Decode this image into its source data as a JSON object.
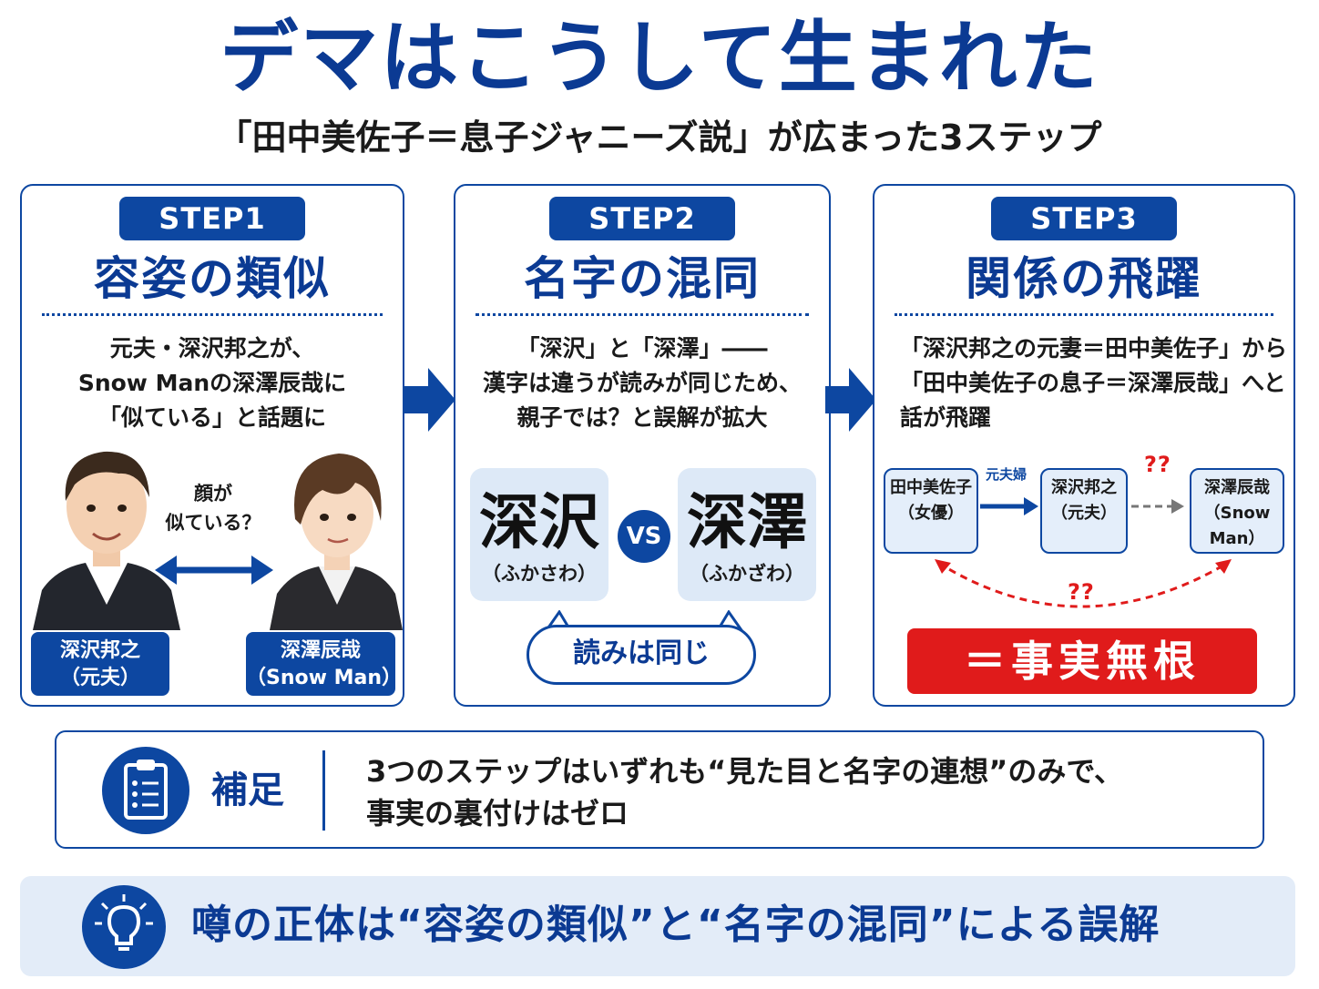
{
  "title": "デマはこうして生まれた",
  "subtitle": "「田中美佐子＝息子ジャニーズ説」が広まった3ステップ",
  "steps": [
    {
      "badge": "STEP1",
      "title": "容姿の類似",
      "desc": [
        "元夫・深沢邦之が、",
        "Snow Manの深澤辰哉に",
        "「似ている」と話題に"
      ],
      "face_note": [
        "顔が",
        "似ている？"
      ],
      "left_name": [
        "深沢邦之",
        "（元夫）"
      ],
      "right_name": [
        "深澤辰哉",
        "（Snow Man）"
      ]
    },
    {
      "badge": "STEP2",
      "title": "名字の混同",
      "desc": [
        "「深沢」と「深澤」――",
        "漢字は違うが読みが同じため、",
        "親子では？と誤解が拡大"
      ],
      "left_kanji": "深沢",
      "left_reading": "（ふかさわ）",
      "vs": "VS",
      "right_kanji": "深澤",
      "right_reading": "（ふかざわ）",
      "bubble": "読みは同じ"
    },
    {
      "badge": "STEP3",
      "title": "関係の飛躍",
      "desc": [
        "「深沢邦之の元妻＝田中美佐子」から",
        "「田中美佐子の息子＝深澤辰哉」へと",
        "話が飛躍"
      ],
      "node1": [
        "田中美佐子",
        "（女優）"
      ],
      "node2": [
        "深沢邦之",
        "（元夫）"
      ],
      "node3": [
        "深澤辰哉",
        "（Snow Man）"
      ],
      "rel_label": "元夫婦",
      "qq_top": "??",
      "qq_bottom": "??",
      "fact": "＝事実無根"
    }
  ],
  "supplement": {
    "label": "補足",
    "text": [
      "3つのステップはいずれも“見た目と名字の連想”のみで、",
      "事実の裏付けはゼロ"
    ],
    "icon": "clipboard-icon"
  },
  "conclusion": {
    "text": "噂の正体は“容姿の類似”と“名字の混同”による誤解",
    "icon": "lightbulb-icon"
  },
  "colors": {
    "primary": "#0d47a1",
    "accent_red": "#e01b1b",
    "light_blue": "#e3ecf8"
  }
}
